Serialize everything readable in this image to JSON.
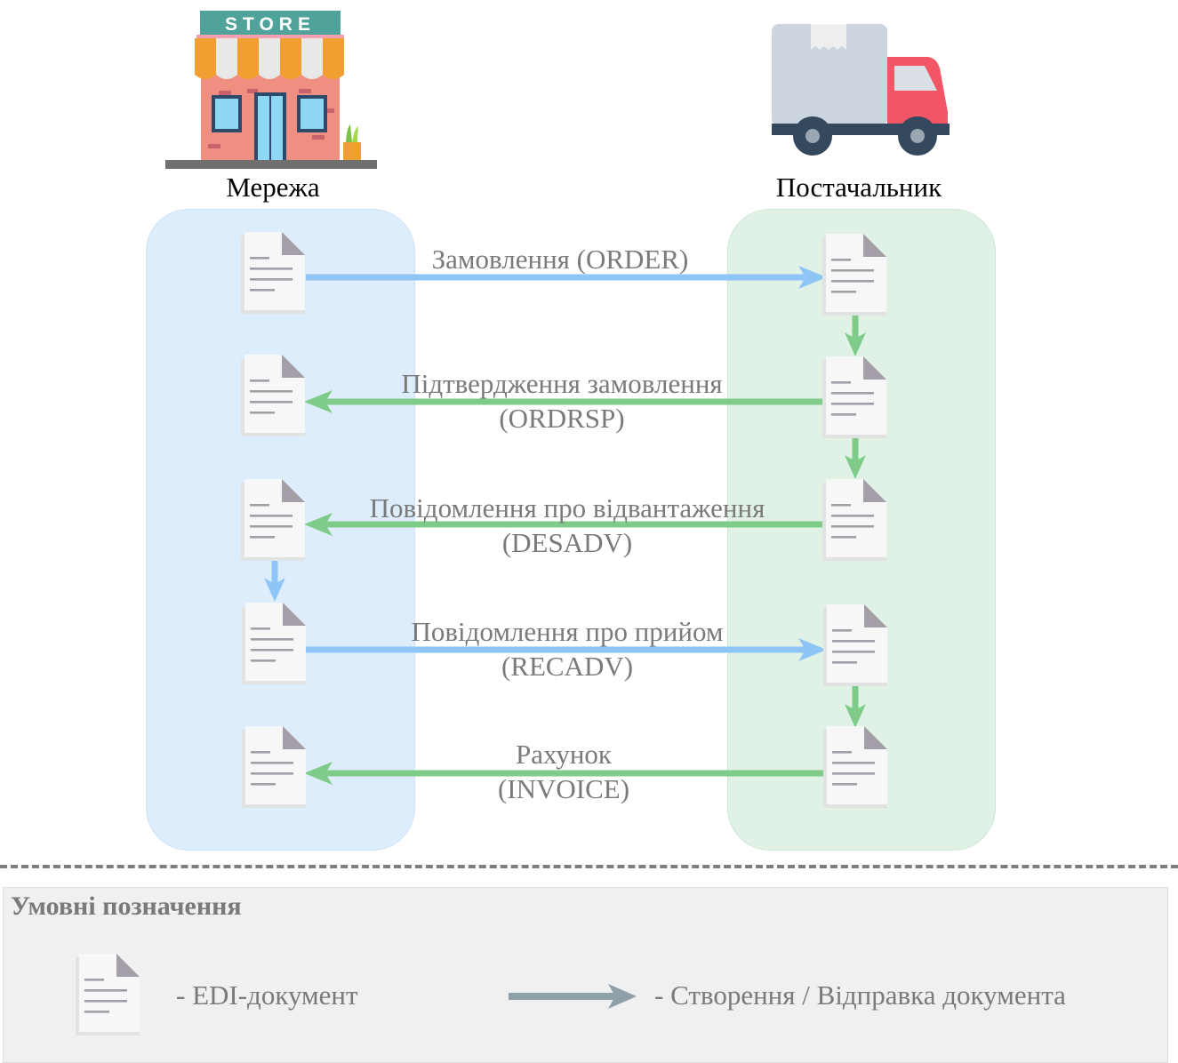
{
  "parties": {
    "left": {
      "label": "Мережа",
      "logo_text": "STORE",
      "icon": "store-icon"
    },
    "right": {
      "label": "Постачальник",
      "icon": "truck-icon"
    }
  },
  "flows": [
    {
      "line1": "Замовлення (ORDER)",
      "line2": "",
      "direction": "to-supplier",
      "color": "#8ec5f7"
    },
    {
      "line1": "Підтвердження замовлення",
      "line2": "(ORDRSP)",
      "direction": "to-network",
      "color": "#7fcb8a"
    },
    {
      "line1": "Повідомлення про відвантаження",
      "line2": "(DESADV)",
      "direction": "to-network",
      "color": "#7fcb8a"
    },
    {
      "line1": "Повідомлення про прийом",
      "line2": "(RECADV)",
      "direction": "to-supplier",
      "color": "#8ec5f7"
    },
    {
      "line1": "Рахунок",
      "line2": "(INVOICE)",
      "direction": "to-network",
      "color": "#7fcb8a"
    }
  ],
  "legend": {
    "title": "Умовні позначення",
    "document_label": "-  EDI-документ",
    "arrow_label": "-  Створення / Відправка документа",
    "arrow_color": "#8fa0ab"
  },
  "colors": {
    "network_lane": "#deedfc",
    "supplier_lane": "#e0f2e6",
    "blue_arrow": "#8ec5f7",
    "green_arrow": "#7fcb8a",
    "label_gray": "#7a7a7a"
  }
}
